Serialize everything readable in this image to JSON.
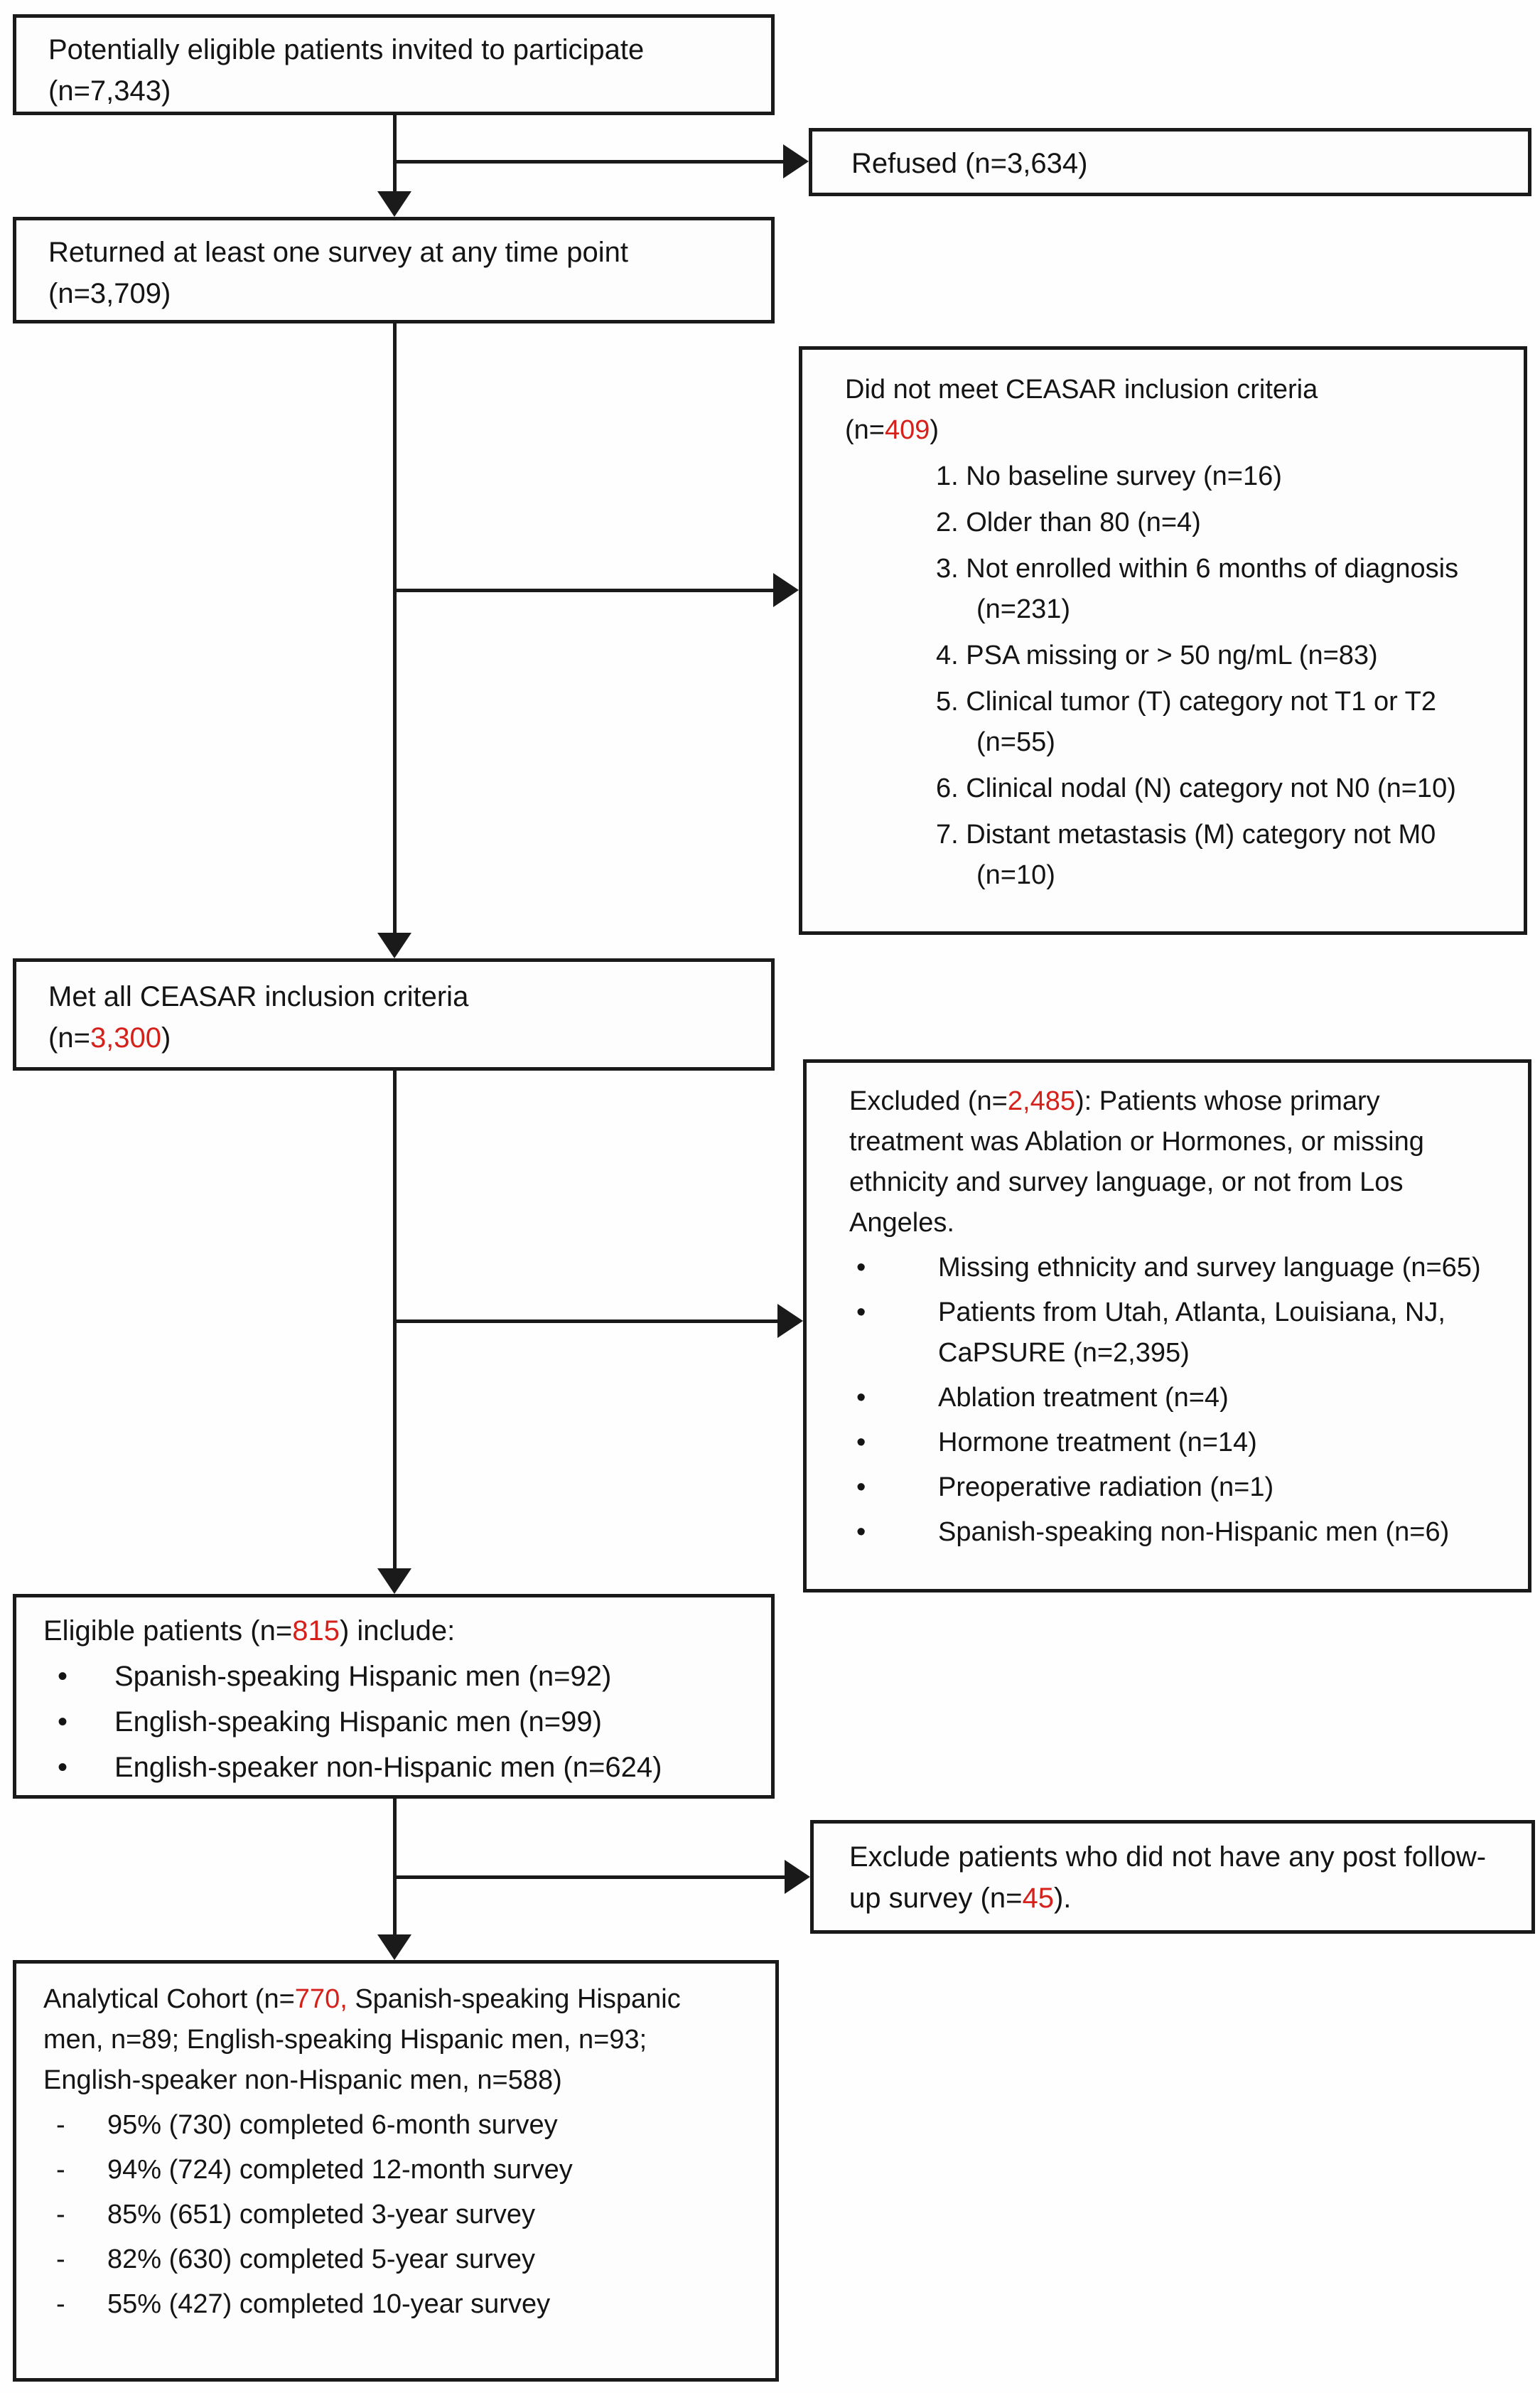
{
  "palette": {
    "red": "#d6201a",
    "ink": "#1a1a1a",
    "background": "#ffffff"
  },
  "chars": {
    "bullet": "•",
    "dash": "-"
  },
  "boxes": {
    "invited": {
      "line1": "Potentially eligible patients invited to participate",
      "line2": "(n=7,343)"
    },
    "refused": {
      "text": "Refused (n=3,634)"
    },
    "returned": {
      "line1": "Returned at least one survey at any time point",
      "line2": "(n=3,709)"
    },
    "not_met": {
      "title": "Did not meet  CEASAR inclusion criteria",
      "n_pre": "(n=",
      "n_red": "409",
      "n_post": ")",
      "items": [
        "1. No baseline survey (n=16)",
        "2. Older than 80  (n=4)",
        "3. Not enrolled within 6 months of diagnosis (n=231)",
        "4. PSA missing or > 50 ng/mL (n=83)",
        "5. Clinical tumor (T) category not T1 or T2 (n=55)",
        "6. Clinical nodal (N) category not N0 (n=10)",
        "7. Distant metastasis (M) category not M0 (n=10)"
      ]
    },
    "met_all": {
      "line1": "Met all CEASAR inclusion criteria",
      "n_pre": "(n=",
      "n_red": "3,300",
      "n_post": ")"
    },
    "excluded": {
      "head_pre": "Excluded (n=",
      "head_red": "2,485",
      "head_post": "): Patients whose primary treatment was Ablation or Hormones, or missing ethnicity and survey language, or not from Los Angeles.",
      "items": [
        "Missing ethnicity and survey language (n=65)",
        "Patients from Utah, Atlanta, Louisiana, NJ, CaPSURE (n=2,395)",
        "Ablation treatment (n=4)",
        "Hormone treatment (n=14)",
        "Preoperative radiation (n=1)",
        "Spanish-speaking non-Hispanic men (n=6)"
      ]
    },
    "eligible": {
      "head_pre": "Eligible patients (n=",
      "head_red": "815",
      "head_post": ") include:",
      "items": [
        "Spanish-speaking Hispanic men (n=92)",
        "English-speaking Hispanic men (n=99)",
        "English-speaker non-Hispanic men (n=624)"
      ]
    },
    "exclude_followup": {
      "pre": "Exclude patients who did not have any post follow-up survey (n=",
      "red": "45",
      "post": ")."
    },
    "analytical": {
      "head_pre": "Analytical Cohort (n=",
      "head_red": "770,",
      "head_post": " Spanish-speaking Hispanic men, n=89; English-speaking Hispanic men, n=93; English-speaker non-Hispanic men, n=588)",
      "items": [
        "95% (730) completed 6-month survey",
        "94% (724) completed 12-month survey",
        "85% (651) completed 3-year survey",
        "82% (630) completed 5-year survey",
        "55% (427) completed 10-year survey"
      ]
    }
  }
}
